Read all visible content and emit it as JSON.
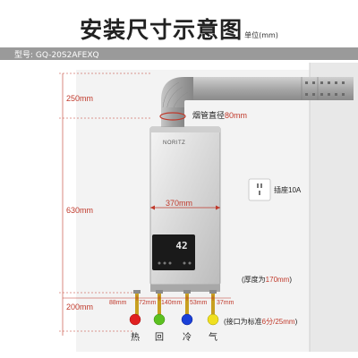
{
  "header": {
    "title": "安装尺寸示意图",
    "unit": "单位(mm)"
  },
  "model": {
    "label": "型号: GQ-20S2AFEXQ"
  },
  "brand": "NORITZ",
  "display": {
    "value": "42"
  },
  "dimensions": {
    "left_top": "250mm",
    "left_middle": "630mm",
    "left_bottom": "200mm",
    "width": "370mm",
    "flue_prefix": "烟管直径",
    "flue_value": "80mm",
    "depth": "(厚度为170mm)",
    "depth_prefix": "(厚度为",
    "depth_value": "170mm",
    "depth_suffix": ")",
    "spacing": [
      "88mm",
      "72mm",
      "140mm",
      "53mm",
      "37mm"
    ],
    "connector_prefix": "(接口为标准",
    "connector_value": "6分/25mm",
    "connector_suffix": ")"
  },
  "socket": {
    "label": "插座10A"
  },
  "outlets": [
    {
      "label": "热",
      "color": "#e02020"
    },
    {
      "label": "回",
      "color": "#5cc020"
    },
    {
      "label": "冷",
      "color": "#1a40d8"
    },
    {
      "label": "气",
      "color": "#f0e020"
    }
  ]
}
